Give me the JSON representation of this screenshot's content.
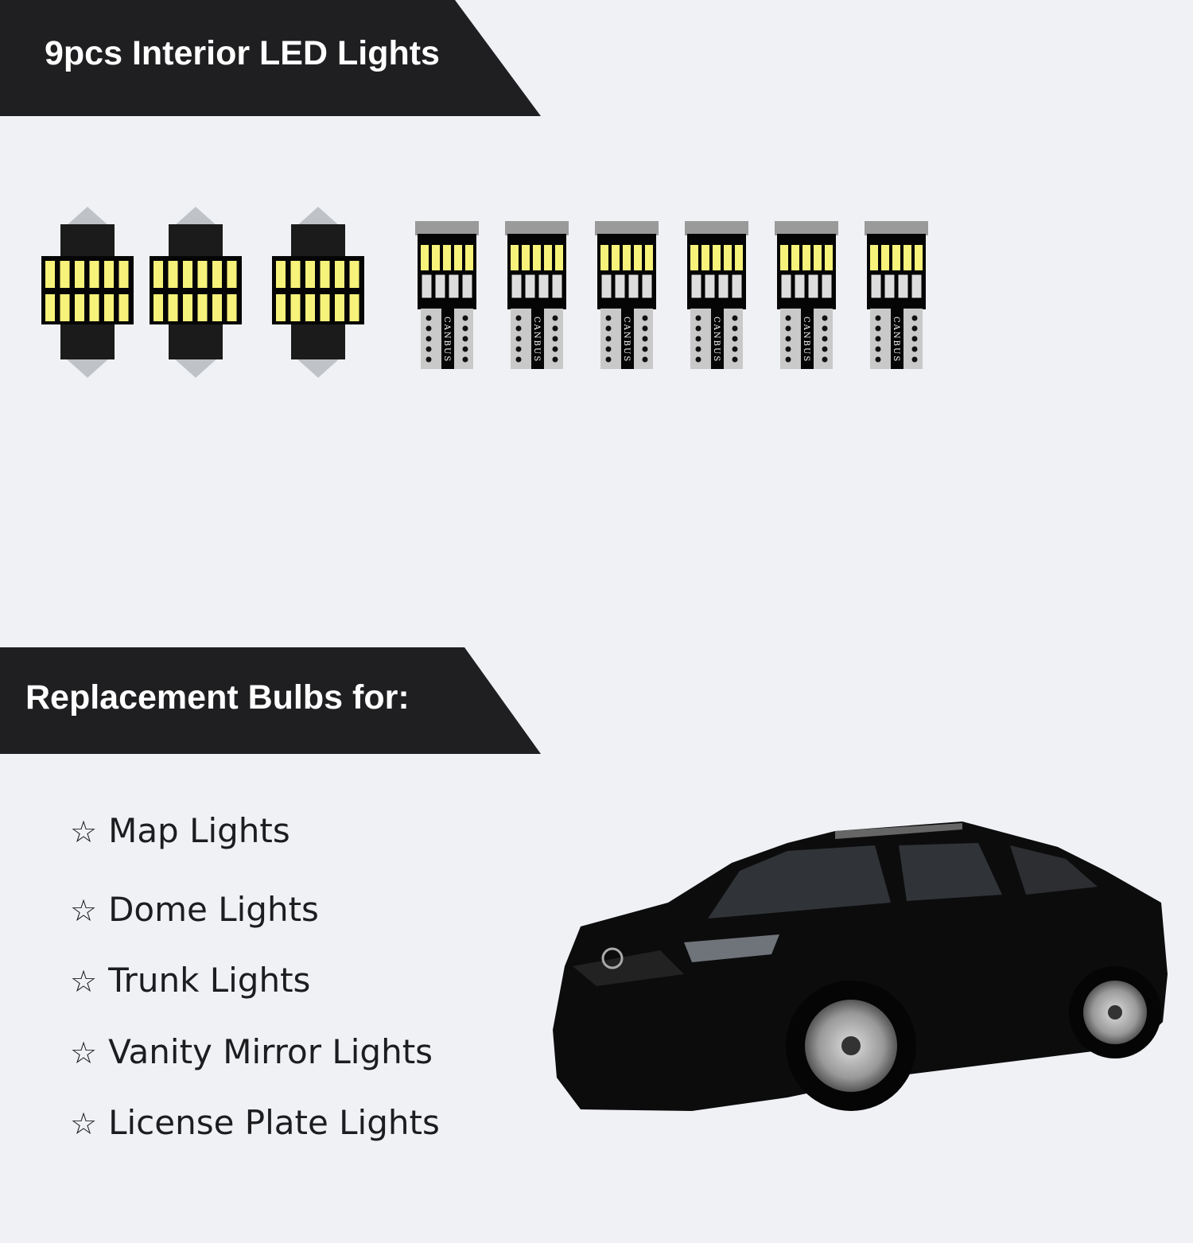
{
  "header": {
    "title": "9pcs Interior LED Lights"
  },
  "products": {
    "festoon_count": 3,
    "t10_count": 6,
    "t10_label": "CANBUS",
    "led_color": "#f7f27a"
  },
  "section": {
    "title": "Replacement Bulbs for:"
  },
  "list": {
    "bullet_icon": "star-outline-icon",
    "items": [
      {
        "label": "Map Lights"
      },
      {
        "label": "Dome Lights"
      },
      {
        "label": "Trunk Lights"
      },
      {
        "label": "Vanity Mirror Lights"
      },
      {
        "label": "License Plate Lights"
      }
    ]
  },
  "colors": {
    "banner": "#1f1f21",
    "background": "#eff1f4",
    "car": "#0c0c0d"
  }
}
